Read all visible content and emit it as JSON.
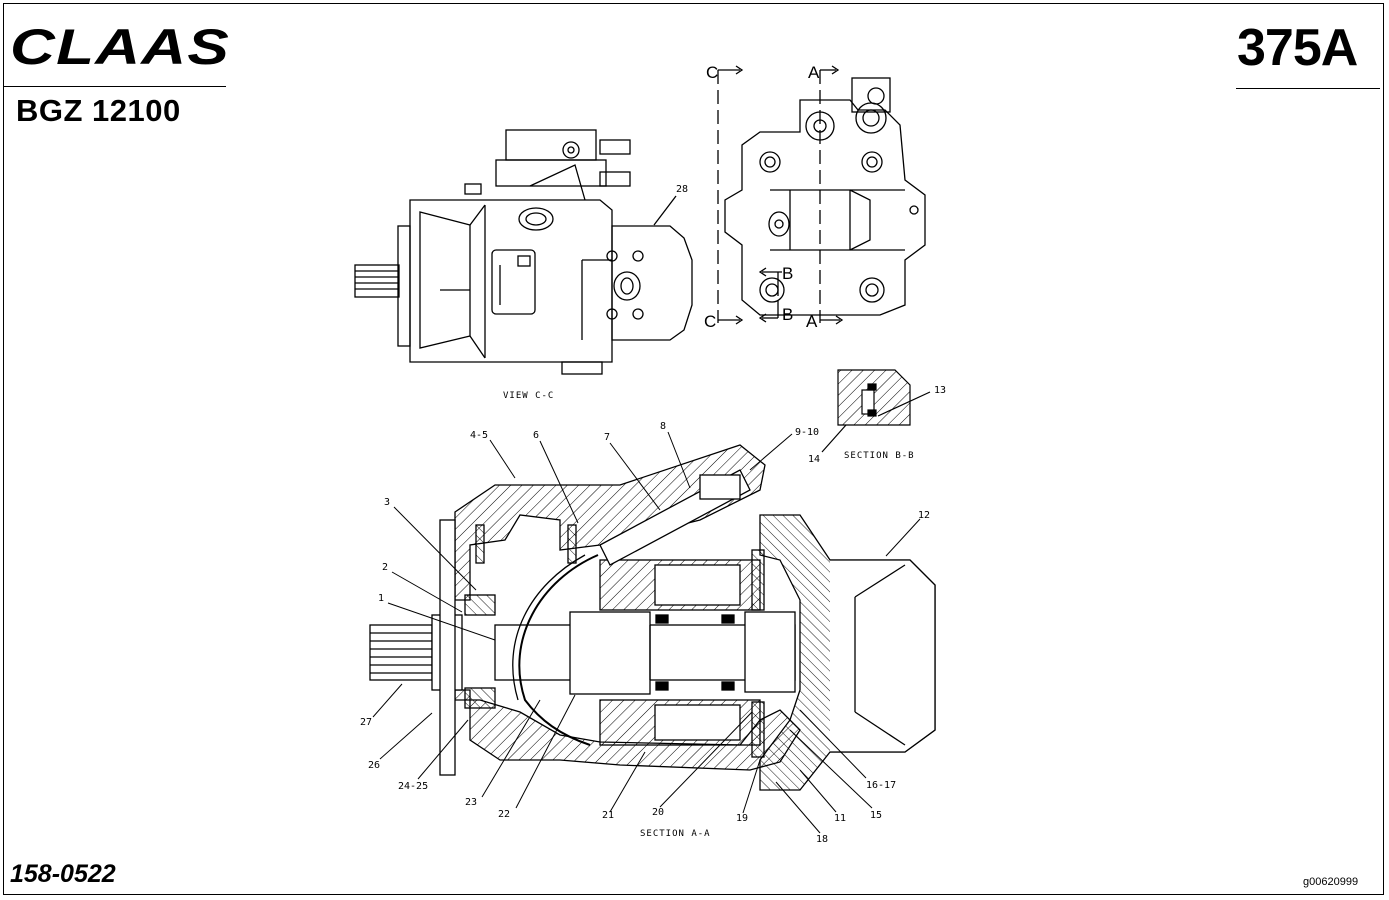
{
  "header": {
    "brand": "CLAAS",
    "model": "BGZ 12100",
    "page_number": "375A"
  },
  "footer": {
    "document_number": "158-0522",
    "image_id": "g00620999"
  },
  "diagram": {
    "view_caption": "VIEW C-C",
    "section_aa_caption": "SECTION A-A",
    "section_bb_caption": "SECTION B-B",
    "section_markers": [
      "C",
      "A",
      "B",
      "C",
      "B",
      "A"
    ],
    "callouts": [
      "28",
      "4-5",
      "6",
      "7",
      "8",
      "9-10",
      "3",
      "2",
      "1",
      "12",
      "13",
      "14",
      "27",
      "26",
      "24-25",
      "23",
      "22",
      "21",
      "20",
      "19",
      "18",
      "11",
      "15",
      "16-17"
    ]
  }
}
